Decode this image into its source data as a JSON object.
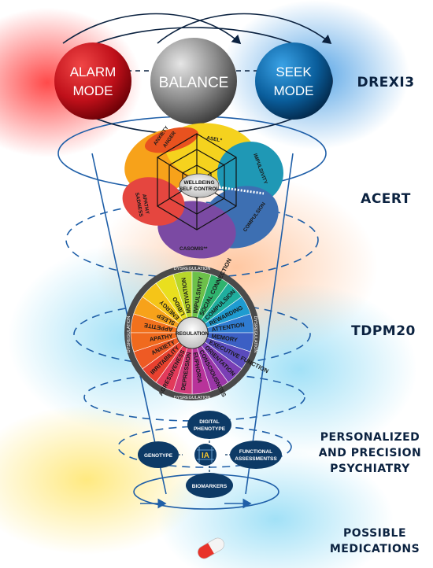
{
  "levels": {
    "drexi3": "DREXI3",
    "acert": "ACERT",
    "tdpm20": "TDPM20",
    "personalized_line1": "PERSONALIZED",
    "personalized_line2": "AND PRECISION",
    "personalized_line3": "PSYCHIATRY",
    "medications_line1": "POSSIBLE",
    "medications_line2": "MEDICATIONS"
  },
  "spheres": {
    "alarm_line1": "ALARM",
    "alarm_line2": "MODE",
    "balance": "BALANCE",
    "seek_line1": "SEEK",
    "seek_line2": "MODE"
  },
  "acert": {
    "center_line1": "WELLBEING",
    "center_line2": "SELF CONTROL",
    "anxiety": "ANXIETY",
    "anger": "ANGER",
    "asel": "ASEL*",
    "impulsivity": "IMPULSIVITY",
    "compulsion": "COMPULSION",
    "casomis": "CASOMIS**",
    "sadness": "SADNESS",
    "apathy": "APATHY"
  },
  "tdpm": {
    "center": "REGULATION",
    "top_ring": "DYSREGULATION",
    "bottom_ring": "DYSREGULATION",
    "left_ring": "DYSREGULATION",
    "right_ring": "DYSREGULATION",
    "segments": [
      "APPETITE",
      "SLEEP",
      "ENERGY",
      "LIBIDO",
      "MOTIVATION",
      "IMPULSIVITY",
      "SOCIAL CONNECTION",
      "COMPULSION",
      "REWARDING",
      "ATTENTION",
      "MEMORY",
      "EXECUTIVE FUNCTION",
      "ORIENTATION",
      "CONSCIOUSNESS",
      "EUPHORIA",
      "DEPRESSION",
      "AGRESSIVENESS",
      "IRRITABILITY",
      "ANXIETY",
      "APATHY"
    ]
  },
  "precision": {
    "digital_line1": "DIGITAL",
    "digital_line2": "PHENOTYPE",
    "genotype": "GENOTYPE",
    "ia": "IA",
    "functional_line1": "FUNCTIONAL",
    "functional_line2": "ASSESSMENTSS",
    "biomarkers": "BIOMARKERS"
  },
  "colors": {
    "navy": "#0b2240",
    "flow_blue": "#1f5fa8",
    "alarm_red": "#c8121c",
    "balance_grey": "#8a8a8a",
    "seek_blue": "#0a5e9c",
    "bubble_navy": "#0d3a66"
  },
  "icons": {
    "pill": "pill-icon",
    "brain": "ia-brain-icon"
  }
}
